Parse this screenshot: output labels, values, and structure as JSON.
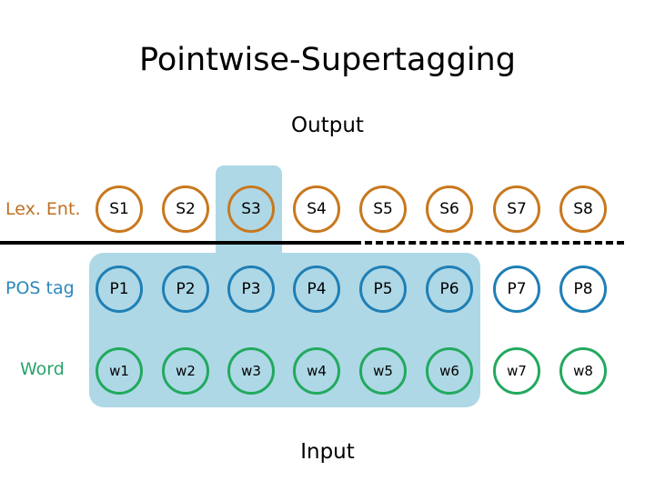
{
  "slide": {
    "title": "Pointwise-Supertagging",
    "output_caption": "Output",
    "input_caption": "Input"
  },
  "colors": {
    "lex_ent": "#C8781E",
    "pos_tag": "#1F7FB5",
    "word": "#22A95F",
    "highlight": "#AED8E6",
    "divider": "#000000",
    "background": "#FFFFFF"
  },
  "rows": [
    {
      "key": "lex_ent",
      "label": "Lex. Ent.",
      "nodes": [
        "S1",
        "S2",
        "S3",
        "S4",
        "S5",
        "S6",
        "S7",
        "S8"
      ]
    },
    {
      "key": "pos_tag",
      "label": "POS tag",
      "nodes": [
        "P1",
        "P2",
        "P3",
        "P4",
        "P5",
        "P6",
        "P7",
        "P8"
      ]
    },
    {
      "key": "word",
      "label": "Word",
      "nodes": [
        "w1",
        "w2",
        "w3",
        "w4",
        "w5",
        "w6",
        "w7",
        "w8"
      ]
    }
  ],
  "highlight": {
    "band_columns": [
      "1",
      "2",
      "3",
      "4",
      "5",
      "6"
    ],
    "tab_column": "3",
    "tab_node": "S3"
  },
  "divider": {
    "style_left": "solid",
    "style_right": "dashed"
  }
}
